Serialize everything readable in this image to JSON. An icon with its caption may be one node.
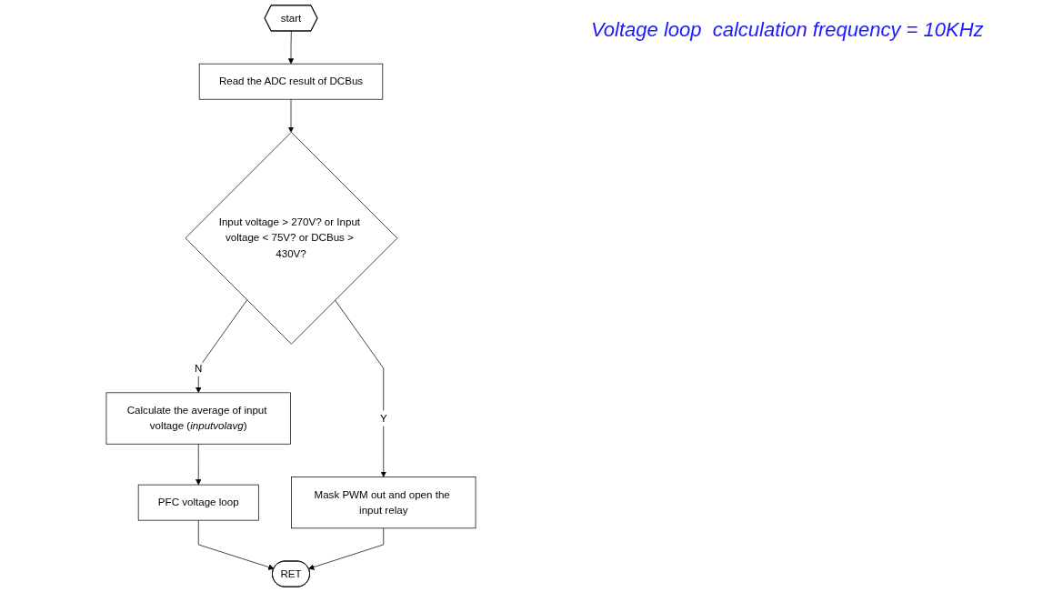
{
  "diagram": {
    "nodes": [
      {
        "text": [
          "start"
        ]
      },
      {
        "text": [
          "Read the ADC result of DCBus"
        ]
      },
      {
        "text": [
          "Input voltage > 270V? or Input voltage < 75V? or DCBus > 430V?"
        ]
      },
      {
        "text": [
          "Calculate the average of input voltage (*inputvolavg*)"
        ]
      },
      {
        "text": [
          "Mask PWM out and open the input relay"
        ]
      },
      {
        "text": [
          "PFC voltage loop"
        ]
      },
      {
        "text": [
          "RET"
        ]
      }
    ],
    "edges": [
      {
        "from": 0,
        "to": 1,
        "arrow": "to"
      },
      {
        "from": 1,
        "to": 2,
        "arrow": "to"
      },
      {
        "from": 2,
        "to": 3,
        "label": "N",
        "arrow": "to"
      },
      {
        "from": 2,
        "to": 4,
        "label": "Y",
        "arrow": "to"
      },
      {
        "from": 3,
        "to": 5,
        "arrow": "to"
      },
      {
        "from": 5,
        "to": 6,
        "arrow": "to"
      },
      {
        "from": 4,
        "to": 6,
        "arrow": "to"
      }
    ],
    "labels": [
      "Voltage loop  calculation frequency = 10KHz"
    ]
  }
}
